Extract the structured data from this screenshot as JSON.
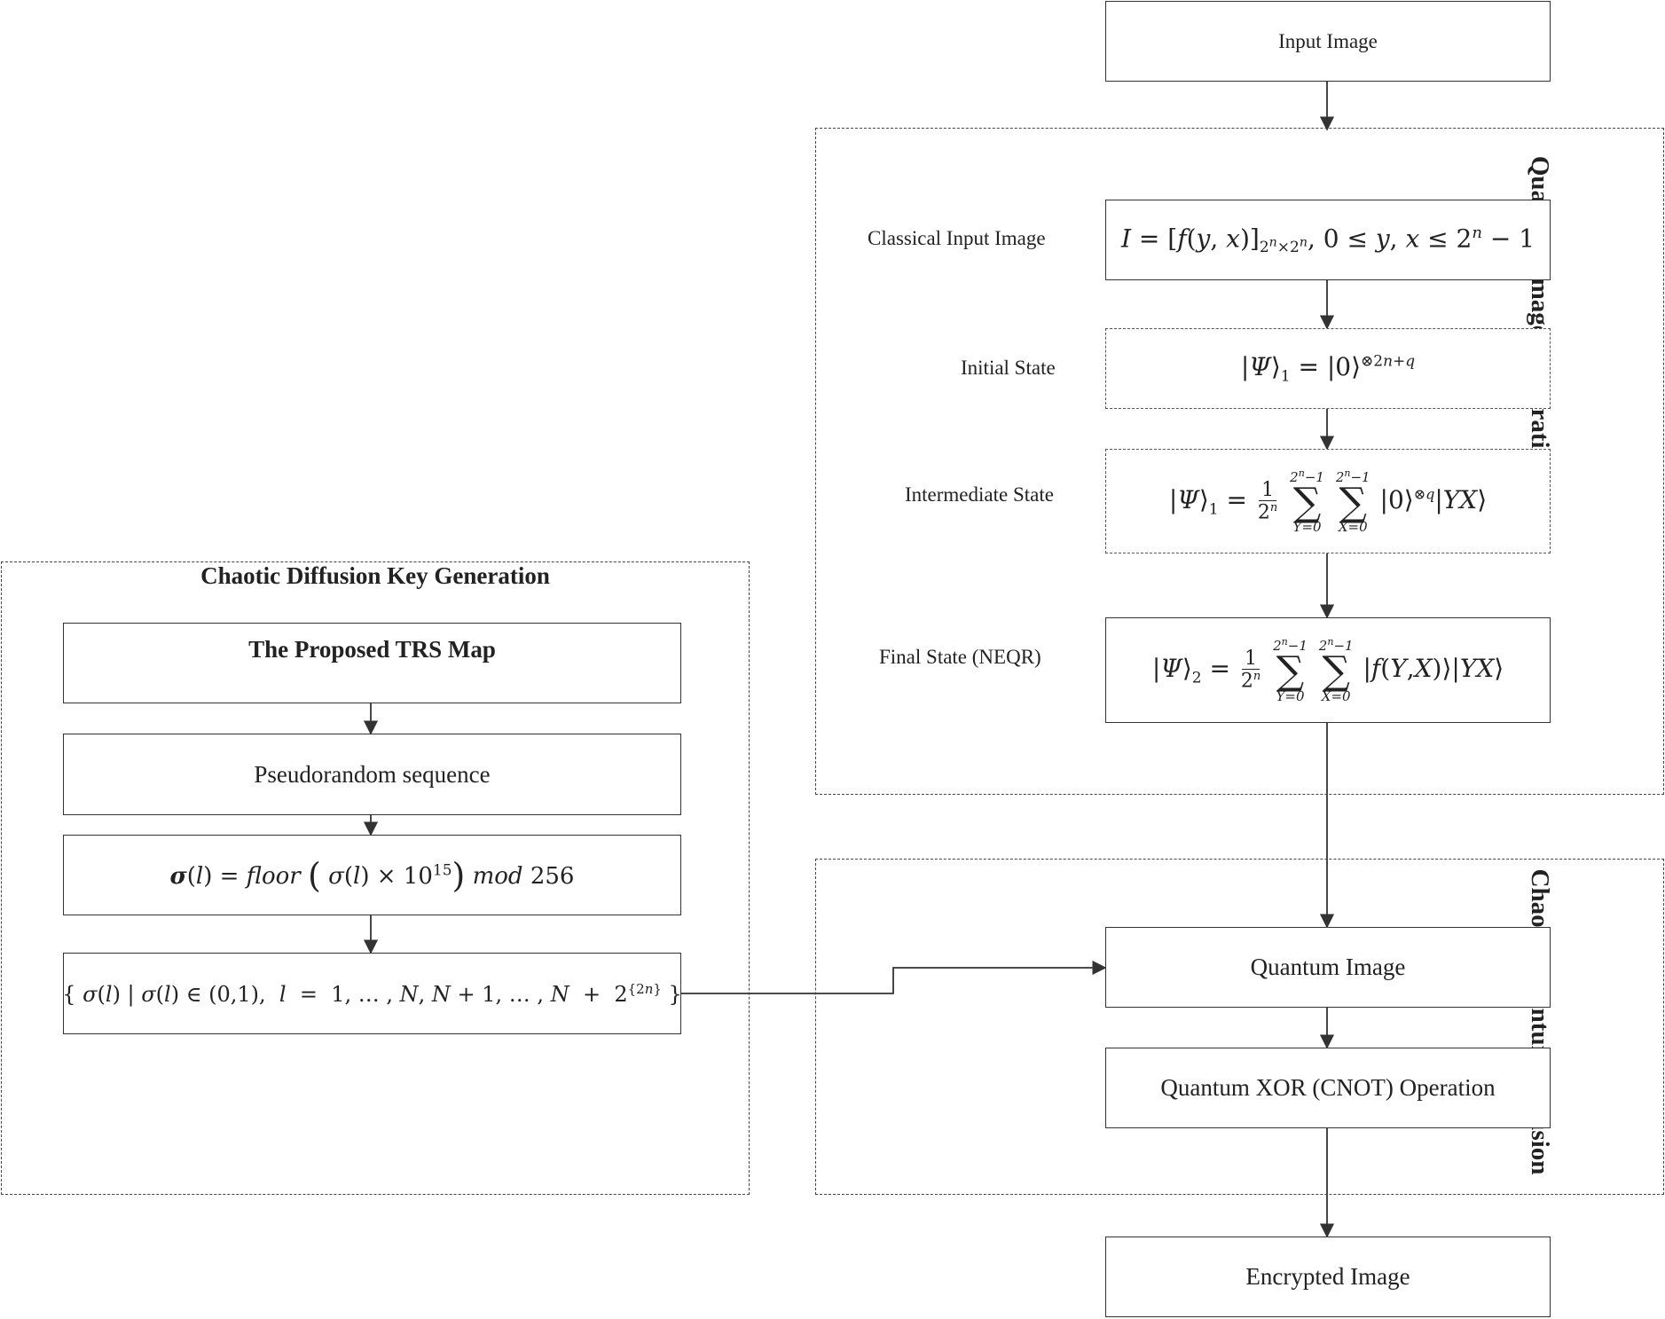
{
  "nodes": {
    "input_image": "Input Image",
    "classical_formula": "I = [f(y, x)]2ⁿ×2ⁿ, 0 ≤ y, x ≤ 2ⁿ − 1",
    "initial_formula": "|Ψ⟩1 = |0⟩⊗2n+q",
    "intermediate_formula": "|Ψ⟩1 = 1/2ⁿ Σ Σ |0⟩⊗q|YX⟩",
    "final_formula": "|Ψ⟩2 = 1/2ⁿ Σ Σ |f(Y,X)⟩|YX⟩",
    "trs_map": "The Proposed TRS Map",
    "pseudorandom": "Pseudorandom sequence",
    "sigma_formula": "σ(l) = floor ( σ(l) × 10¹⁵ ) mod 256",
    "sigma_set": "{ σ(l) | σ(l) ∈ (0,1), l = 1, … , N, N + 1, … , N + 2{2n} }",
    "quantum_image": "Quantum Image",
    "xor_operation": "Quantum XOR (CNOT) Operation",
    "encrypted_image": "Encrypted Image"
  },
  "labels": {
    "classical": "Classical Input Image",
    "initial": "Initial State",
    "intermediate": "Intermediate State",
    "final": "Final State (NEQR)"
  },
  "regions": {
    "chaotic_key": "Chaotic Diffusion Key Generation",
    "quantum_prep": "Quantum Image Preparation",
    "chaotic_quantum": "Chaotic Quantum Diffusion"
  },
  "colors": {
    "line": "#333333",
    "background": "#ffffff"
  }
}
